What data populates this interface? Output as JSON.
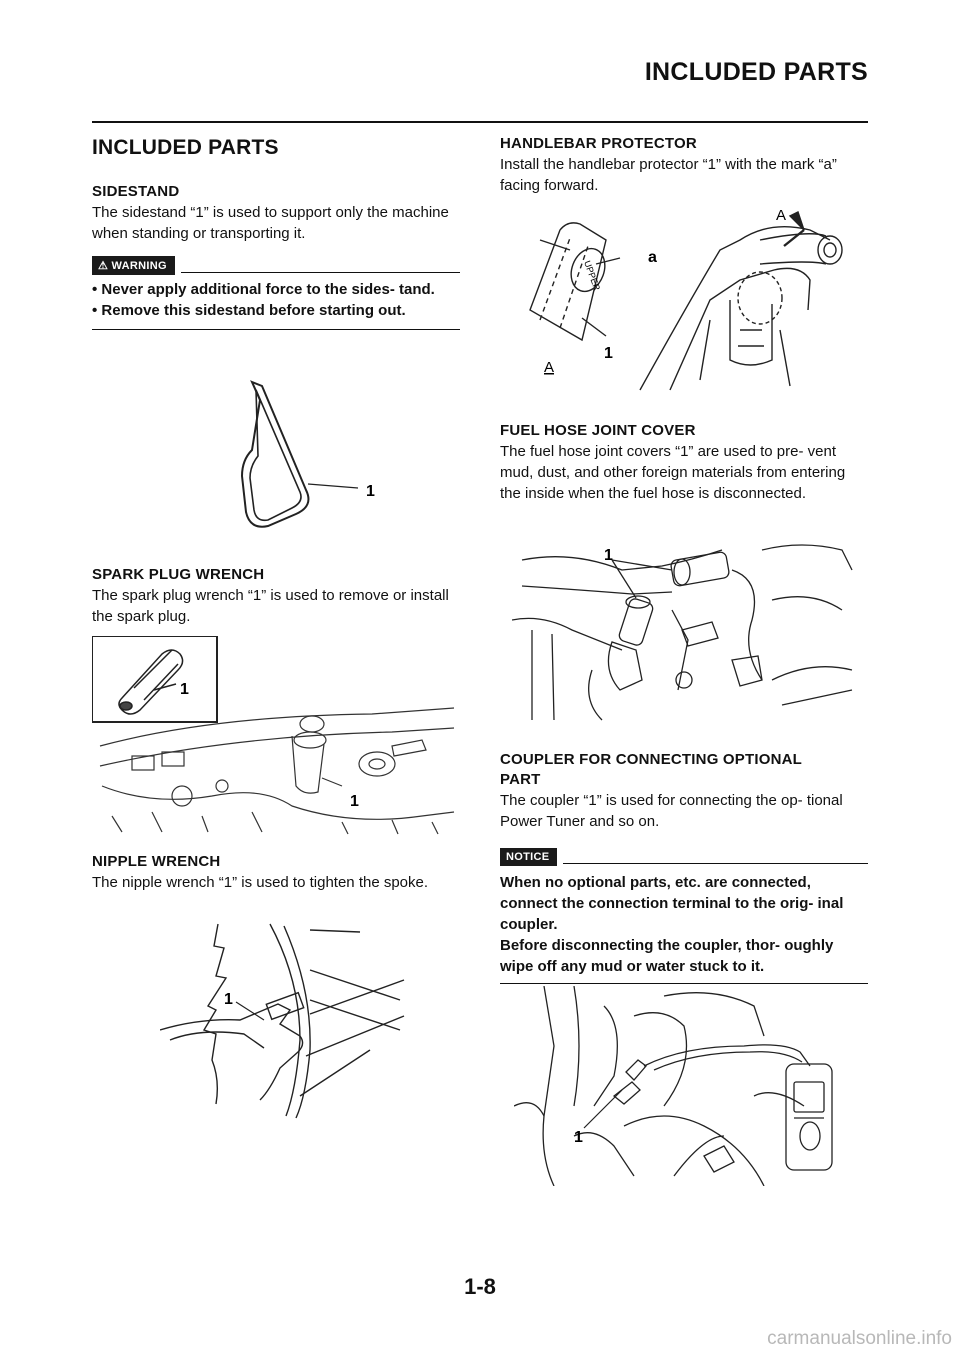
{
  "header": {
    "title": "INCLUDED PARTS"
  },
  "left": {
    "main_title": "INCLUDED PARTS",
    "sidestand": {
      "title": "SIDESTAND",
      "text": "The sidestand “1” is used to support only the machine when standing or transporting it.",
      "warning_label": "WARNING",
      "bullets": [
        "• Never apply additional force to the sides- tand.",
        "• Remove this sidestand before starting out."
      ],
      "callout": "1"
    },
    "spark_plug": {
      "title": "SPARK PLUG WRENCH",
      "text": "The spark plug wrench “1” is used to remove or install the spark plug.",
      "callout_inset": "1",
      "callout_main": "1"
    },
    "nipple": {
      "title": "NIPPLE WRENCH",
      "text": "The nipple wrench “1” is used to tighten the spoke.",
      "callout": "1"
    }
  },
  "right": {
    "handlebar": {
      "title": "HANDLEBAR PROTECTOR",
      "text": "Install the handlebar protector “1” with the mark “a” facing forward.",
      "callout_1": "1",
      "callout_a": "a",
      "label_A_top": "A",
      "label_A_bottom": "A",
      "mark_text": "UPPER"
    },
    "fuel_hose": {
      "title": "FUEL HOSE JOINT COVER",
      "text": "The fuel hose joint covers “1” are used to pre- vent mud, dust, and other foreign materials from entering the inside when the fuel hose is disconnected.",
      "callout": "1"
    },
    "coupler": {
      "title_line1": "COUPLER FOR CONNECTING OPTIONAL",
      "title_line2": "PART",
      "text": "The coupler “1” is used for connecting the op- tional Power Tuner and so on.",
      "notice_label": "NOTICE",
      "notice_text_1": "When no optional parts, etc. are connected, connect the connection terminal to the orig- inal coupler.",
      "notice_text_2": "Before disconnecting the coupler, thor- oughly wipe off any mud or water stuck to it.",
      "callout": "1"
    }
  },
  "footer": {
    "page_number": "1-8"
  },
  "watermark": "carmanualsonline.info"
}
